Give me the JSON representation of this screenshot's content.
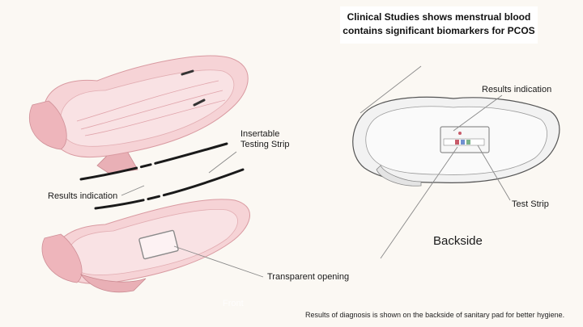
{
  "headline": {
    "line1": "Clinical Studies shows menstrual blood",
    "line2": "contains significant biomarkers for PCOS"
  },
  "labels": {
    "insertable_strip_line1": "Insertable",
    "insertable_strip_line2": "Testing Strip",
    "results_indication_left": "Results indication",
    "transparent_opening": "Transparent opening",
    "results_indication_right": "Results indication",
    "test_strip": "Test Strip",
    "backside": "Backside",
    "front_ghost": "Front"
  },
  "footnote": "Results of diagnosis is shown on the backside of sanitary pad for better hygiene.",
  "colors": {
    "background": "#fbf8f3",
    "pad_pink": "#f2c4c8",
    "pad_pink_dark": "#e59aa3",
    "strip": "#1a1a1a",
    "backside_grey": "#d9d9d9"
  }
}
